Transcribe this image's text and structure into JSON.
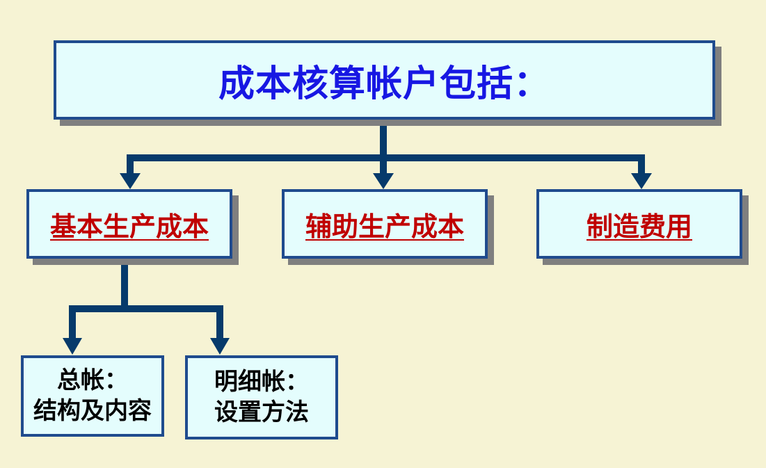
{
  "slide": {
    "root": {
      "label": "成本核算帐户包括："
    },
    "level1": [
      {
        "label": "基本生产成本"
      },
      {
        "label": "辅助生产成本"
      },
      {
        "label": "制造费用"
      }
    ],
    "level2": [
      {
        "line1": "总帐：",
        "line2": "结构及内容"
      },
      {
        "line1": "明细帐：",
        "line2": "设置方法"
      }
    ]
  },
  "colors": {
    "background": "#F6F3D4",
    "box_fill": "#E4FDFD",
    "box_border": "#1F4B8E",
    "connector": "#063A6B",
    "shadow": "#7F7F7F",
    "title_text": "#1717E3",
    "branch_text": "#C00000",
    "leaf_text": "#000000"
  }
}
